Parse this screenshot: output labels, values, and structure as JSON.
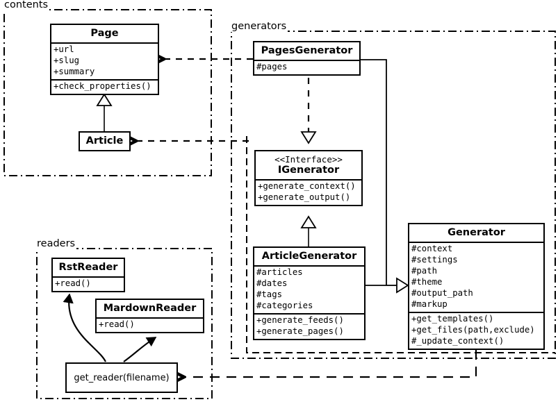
{
  "diagram": {
    "kind": "uml-class-diagram",
    "background": "#ffffff",
    "line_color": "#000000"
  },
  "packages": [
    {
      "id": "contents",
      "label": "contents"
    },
    {
      "id": "generators",
      "label": "generators"
    },
    {
      "id": "readers",
      "label": "readers"
    }
  ],
  "classes": {
    "page": {
      "name": "Page",
      "attributes": [
        "+url",
        "+slug",
        "+summary"
      ],
      "operations": [
        "+check_properties()"
      ]
    },
    "article": {
      "name": "Article",
      "attributes": [],
      "operations": []
    },
    "pages_generator": {
      "name": "PagesGenerator",
      "attributes": [
        "#pages"
      ],
      "operations": []
    },
    "igenerator": {
      "stereotype": "<<Interface>>",
      "name": "IGenerator",
      "attributes": [],
      "operations": [
        "+generate_context()",
        "+generate_output()"
      ]
    },
    "article_generator": {
      "name": "ArticleGenerator",
      "attributes": [
        "#articles",
        "#dates",
        "#tags",
        "#categories"
      ],
      "operations": [
        "+generate_feeds()",
        "+generate_pages()"
      ]
    },
    "generator": {
      "name": "Generator",
      "attributes": [
        "#context",
        "#settings",
        "#path",
        "#theme",
        "#output_path",
        "#markup"
      ],
      "operations": [
        "+get_templates()",
        "+get_files(path,exclude)",
        "#_update_context()"
      ]
    },
    "rst_reader": {
      "name": "RstReader",
      "attributes": [],
      "operations": [
        "+read()"
      ]
    },
    "mardown_reader": {
      "name": "MardownReader",
      "attributes": [],
      "operations": [
        "+read()"
      ]
    },
    "get_reader": {
      "name": "get_reader(filename)"
    }
  },
  "relationships": [
    {
      "type": "generalization",
      "from": "Article",
      "to": "Page"
    },
    {
      "type": "realization",
      "from": "PagesGenerator",
      "to": "IGenerator"
    },
    {
      "type": "generalization",
      "from": "ArticleGenerator",
      "to": "IGenerator"
    },
    {
      "type": "generalization",
      "from": "PagesGenerator",
      "to": "Generator"
    },
    {
      "type": "generalization",
      "from": "ArticleGenerator",
      "to": "Generator"
    },
    {
      "type": "dependency",
      "from": "PagesGenerator",
      "to": "Page"
    },
    {
      "type": "dependency",
      "from": "ArticleGenerator",
      "to": "Article"
    },
    {
      "type": "dependency",
      "from": "Generator",
      "to": "get_reader(filename)"
    },
    {
      "type": "association",
      "from": "get_reader(filename)",
      "to": "RstReader"
    },
    {
      "type": "association",
      "from": "get_reader(filename)",
      "to": "MardownReader"
    }
  ]
}
